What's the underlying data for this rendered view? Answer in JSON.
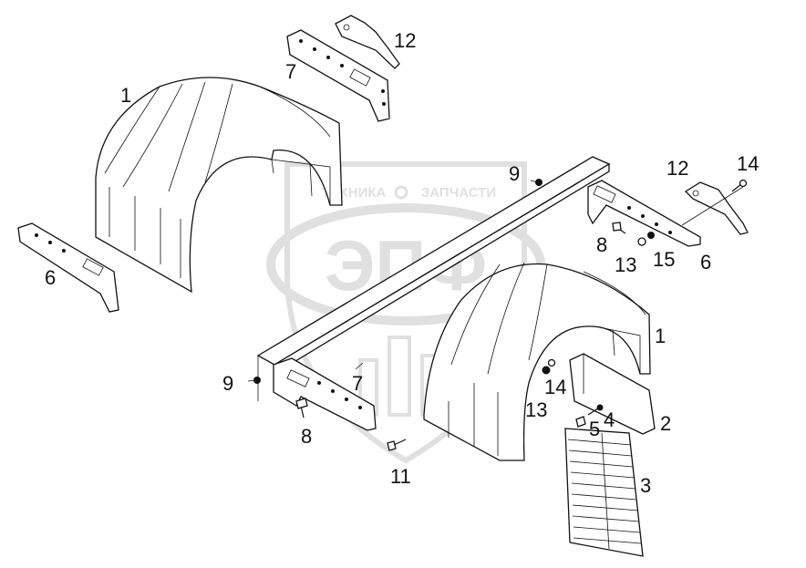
{
  "watermark": {
    "top_text_left": "ТЕХНИКА",
    "top_text_right": "ЗАПЧАСТИ",
    "logo_letters": "ЭПФ",
    "color": "#c8c8c8"
  },
  "callouts": [
    {
      "id": "c1a",
      "text": "1"
    },
    {
      "id": "c1b",
      "text": "1"
    },
    {
      "id": "c2",
      "text": "2"
    },
    {
      "id": "c3",
      "text": "3"
    },
    {
      "id": "c4",
      "text": "4"
    },
    {
      "id": "c5",
      "text": "5"
    },
    {
      "id": "c6a",
      "text": "6"
    },
    {
      "id": "c6b",
      "text": "6"
    },
    {
      "id": "c7a",
      "text": "7"
    },
    {
      "id": "c7b",
      "text": "7"
    },
    {
      "id": "c8a",
      "text": "8"
    },
    {
      "id": "c8b",
      "text": "8"
    },
    {
      "id": "c9a",
      "text": "9"
    },
    {
      "id": "c9b",
      "text": "9"
    },
    {
      "id": "c11",
      "text": "11"
    },
    {
      "id": "c12a",
      "text": "12"
    },
    {
      "id": "c12b",
      "text": "12"
    },
    {
      "id": "c13a",
      "text": "13"
    },
    {
      "id": "c13b",
      "text": "13"
    },
    {
      "id": "c14a",
      "text": "14"
    },
    {
      "id": "c14b",
      "text": "14"
    },
    {
      "id": "c15",
      "text": "15"
    }
  ]
}
